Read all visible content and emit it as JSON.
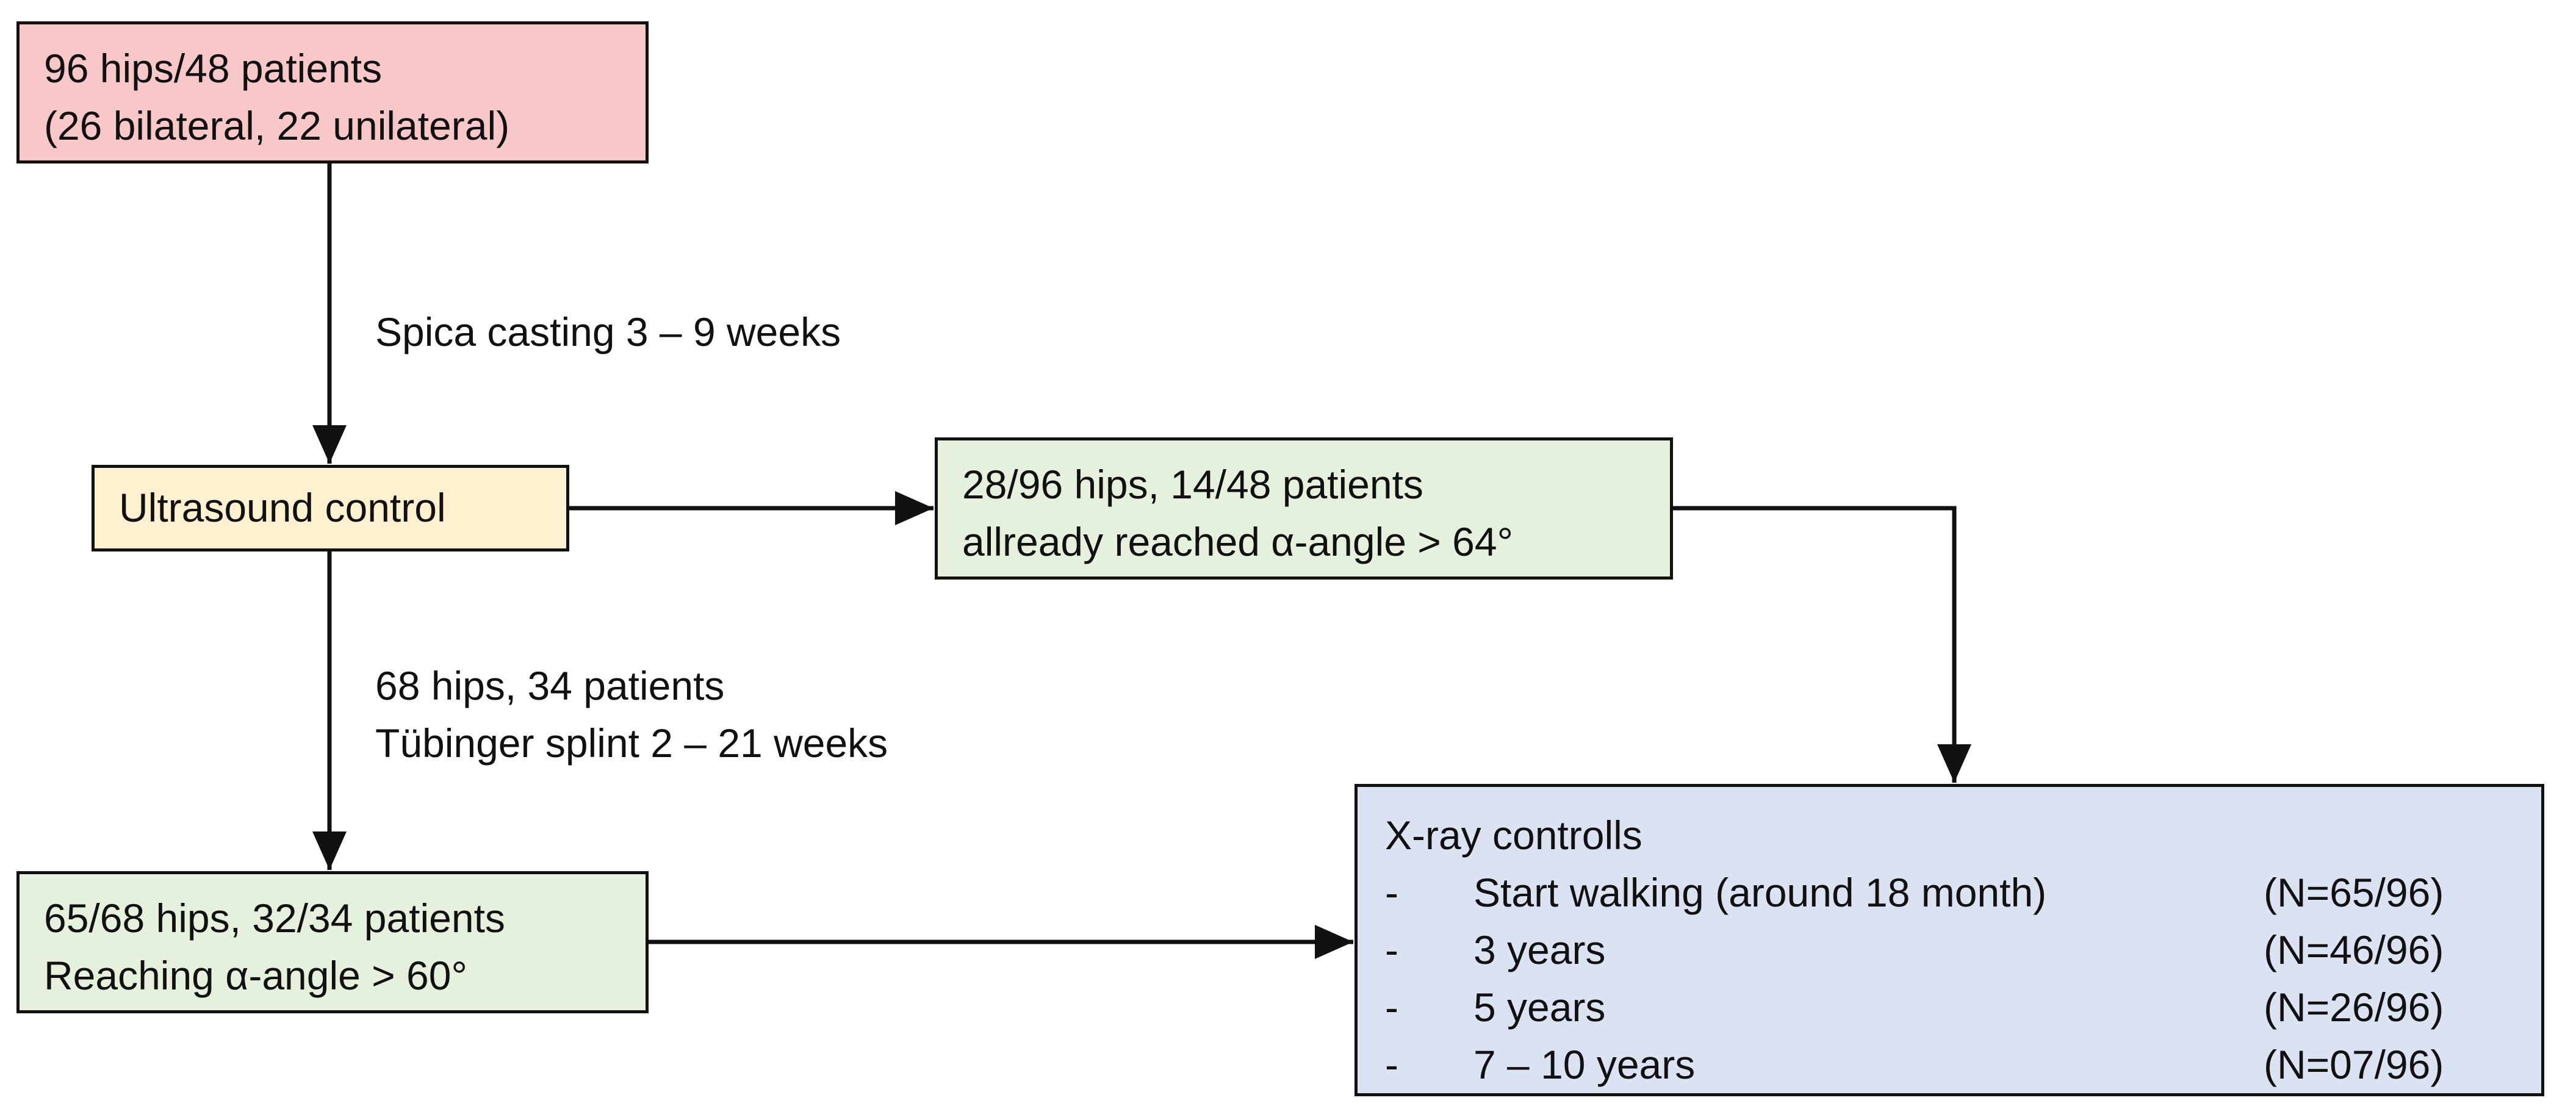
{
  "colors": {
    "start_fill": "#f8c8c9",
    "ultrasound_fill": "#fff1cf",
    "green_fill": "#e5f1dc",
    "xray_fill": "#dbe3f3",
    "line": "#111111"
  },
  "start_box": {
    "line1": "96 hips/48 patients",
    "line2": "(26 bilateral, 22 unilateral)"
  },
  "arrow_label_spica": "Spica casting 3 – 9 weeks",
  "ultrasound_box": {
    "text": "Ultrasound control"
  },
  "early_box": {
    "line1": "28/96 hips, 14/48 patients",
    "line2": "allready reached α-angle > 64°"
  },
  "splint_label": {
    "line1": "68 hips, 34 patients",
    "line2": "Tübinger splint 2 – 21 weeks"
  },
  "reach_box": {
    "line1": "65/68 hips, 32/34 patients",
    "line2": "Reaching α-angle > 60°"
  },
  "xray_box": {
    "title": "X-ray controlls",
    "rows": [
      {
        "dash": "-",
        "item": "Start walking (around 18 month)",
        "count": "(N=65/96)"
      },
      {
        "dash": "-",
        "item": "3 years",
        "count": "(N=46/96)"
      },
      {
        "dash": "-",
        "item": "5 years",
        "count": "(N=26/96)"
      },
      {
        "dash": "-",
        "item": "7 – 10 years",
        "count": "(N=07/96)"
      }
    ]
  }
}
